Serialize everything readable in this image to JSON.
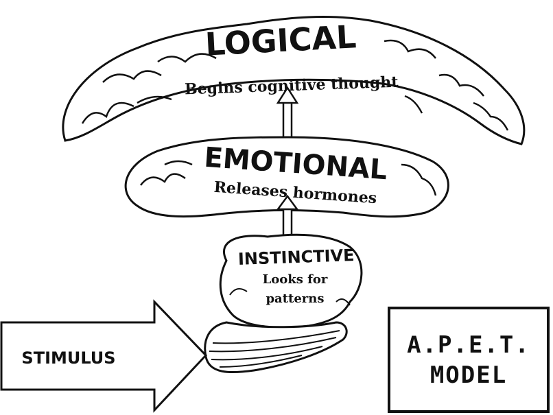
{
  "layers": [
    {
      "key": "logical",
      "title": "LOGICAL",
      "subtitle": "Begins cognitive thought"
    },
    {
      "key": "emotional",
      "title": "EMOTIONAL",
      "subtitle": "Releases hormones"
    },
    {
      "key": "instinctive",
      "title": "INSTINCTIVE",
      "subtitle_lines": [
        "Looks for",
        "patterns"
      ]
    }
  ],
  "stimulus": {
    "label": "STIMULUS"
  },
  "model_box": {
    "line1": "A.P.E.T.",
    "line2": "MODEL"
  },
  "colors": {
    "ink": "#111111",
    "paper": "#ffffff"
  }
}
